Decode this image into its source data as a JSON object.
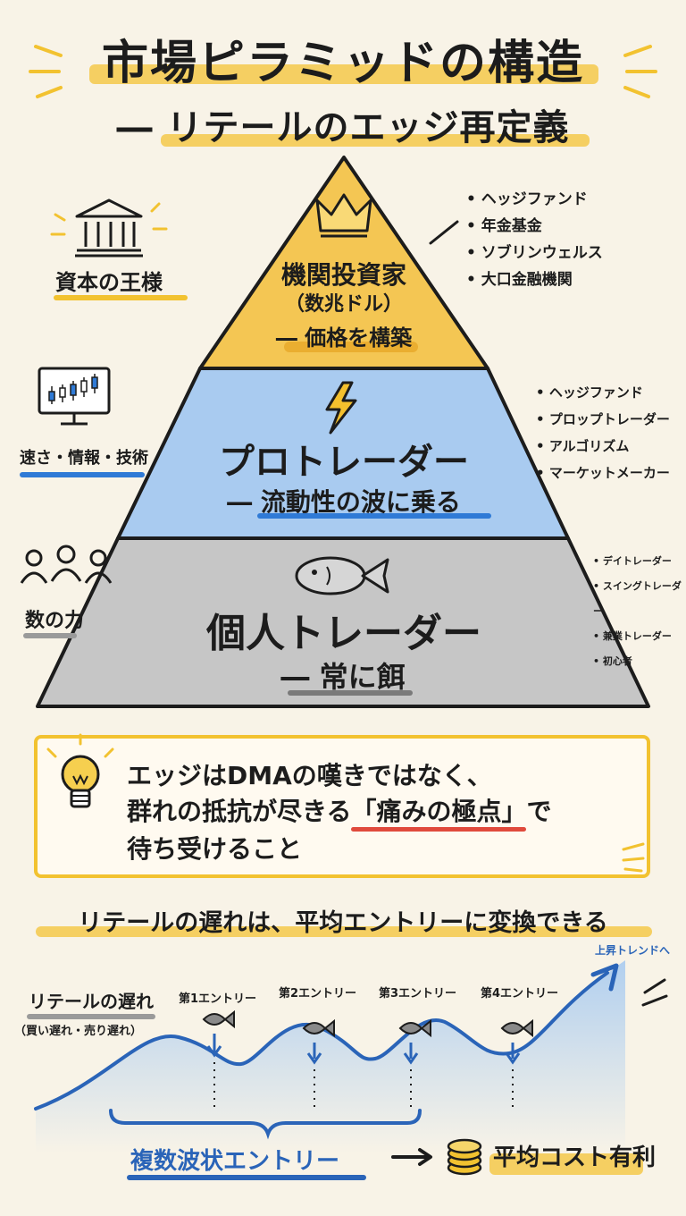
{
  "title": {
    "main": "市場ピラミッドの構造",
    "sub": "― リテールのエッジ再定義"
  },
  "pyramid": {
    "top": {
      "label": "機関投資家",
      "sublabel": "（数兆ドル）",
      "role": "― 価格を構築",
      "side_label": "資本の王様",
      "icon": "crown-icon",
      "side_icon": "bank-icon",
      "members": [
        "ヘッジファンド",
        "年金基金",
        "ソブリンウェルス",
        "大口金融機関"
      ],
      "color": "#f4c653"
    },
    "middle": {
      "label": "プロトレーダー",
      "role": "― 流動性の波に乗る",
      "side_label": "速さ・情報・技術",
      "icon": "lightning-icon",
      "side_icon": "candlestick-monitor-icon",
      "members": [
        "ヘッジファンド",
        "プロップトレーダー",
        "アルゴリズム",
        "マーケットメーカー"
      ],
      "color": "#a9cbf0"
    },
    "bottom": {
      "label": "個人トレーダー",
      "role": "― 常に餌",
      "side_label": "数の力",
      "icon": "fish-icon",
      "side_icon": "people-icon",
      "members": [
        "デイトレーダー",
        "スイングトレーダー",
        "兼業トレーダー",
        "初心者"
      ],
      "color": "#c6c6c6"
    }
  },
  "insight": {
    "icon": "lightbulb-icon",
    "line1": "エッジはDMAの嘆きではなく、",
    "line2_pre": "群れの抵抗が尽きる",
    "line2_highlight": "「痛みの極点」",
    "line2_post": "で",
    "line3": "待ち受けること"
  },
  "conversion_heading": "リテールの遅れは、平均エントリーに変換できる",
  "wave": {
    "left_label": "リテールの遅れ",
    "left_sub": "（買い遅れ・売り遅れ）",
    "trend_label": "上昇トレンドへ",
    "entries": [
      "第1エントリー",
      "第2エントリー",
      "第3エントリー",
      "第4エントリー"
    ],
    "bottom_left": "複数波状エントリー",
    "bottom_right": "平均コスト有利",
    "right_icon": "coins-icon"
  }
}
